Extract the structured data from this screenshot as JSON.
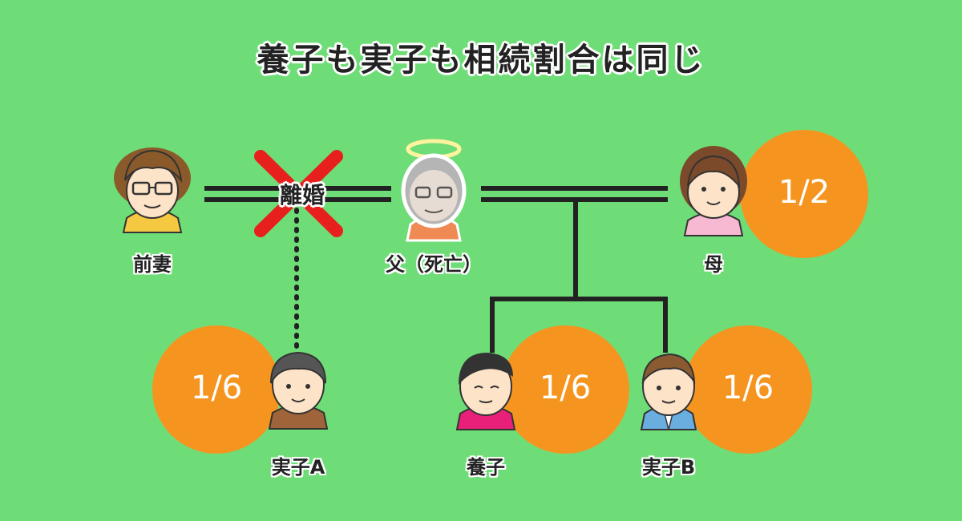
{
  "title": "養子も実子も相続割合は同じ",
  "divorce_label": "離婚",
  "people": {
    "ex_wife": {
      "label": "前妻"
    },
    "father": {
      "label": "父（死亡）"
    },
    "mother": {
      "label": "母",
      "share": "1/2"
    },
    "child_a": {
      "label": "実子A",
      "share": "1/6"
    },
    "adopted": {
      "label": "養子",
      "share": "1/6"
    },
    "child_b": {
      "label": "実子B",
      "share": "1/6"
    }
  },
  "colors": {
    "background": "#6fdd77",
    "share_circle": "#f5951f",
    "line": "#222222",
    "divorce_x": "#e8201d"
  }
}
